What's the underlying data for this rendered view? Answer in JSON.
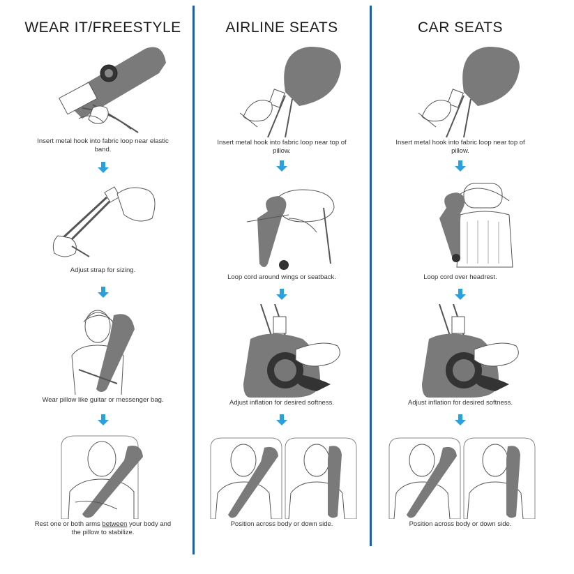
{
  "colors": {
    "divider": "#1f5f9e",
    "arrow": "#2aa0dc",
    "pillow": "#7a7a7a",
    "line": "#555555"
  },
  "columns": [
    {
      "title": "WEAR IT/FREESTYLE",
      "steps": [
        {
          "icon": "hook-into-loop-illustration",
          "caption": "Insert metal hook into fabric loop near elastic band."
        },
        {
          "icon": "adjust-strap-illustration",
          "caption": "Adjust strap for sizing."
        },
        {
          "icon": "wear-like-guitar-illustration",
          "caption": "Wear pillow like guitar or messenger bag."
        },
        {
          "icon": "rest-arms-illustration",
          "caption_pre": "Rest one or both arms ",
          "caption_underline": "between",
          "caption_post": " your body and the pillow to stabilize."
        }
      ]
    },
    {
      "title": "AIRLINE SEATS",
      "steps": [
        {
          "icon": "hook-top-of-pillow-illustration",
          "caption": "Insert metal hook into fabric loop near top of pillow."
        },
        {
          "icon": "loop-cord-seatback-illustration",
          "caption": "Loop cord around wings or seatback."
        },
        {
          "icon": "adjust-inflation-illustration",
          "caption": "Adjust inflation for desired softness."
        },
        {
          "icon": "position-across-body-illustration",
          "caption": "Position across body or down side."
        }
      ]
    },
    {
      "title": "CAR SEATS",
      "steps": [
        {
          "icon": "hook-top-of-pillow-illustration",
          "caption": "Insert metal hook into fabric loop near top of pillow."
        },
        {
          "icon": "loop-cord-headrest-illustration",
          "caption": "Loop cord over headrest."
        },
        {
          "icon": "adjust-inflation-illustration",
          "caption": "Adjust inflation for desired softness."
        },
        {
          "icon": "position-across-body-illustration",
          "caption": "Position across body or down side."
        }
      ]
    }
  ]
}
